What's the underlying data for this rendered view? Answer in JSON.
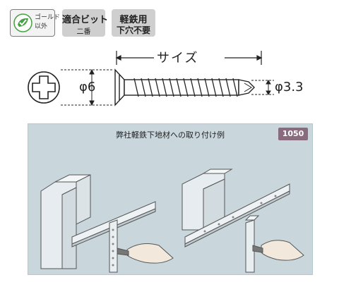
{
  "badges": {
    "eco": {
      "line1": "ゴールド",
      "line2": "以外",
      "logo": "leaf-check-icon"
    },
    "bit": {
      "line1": "適合ビット",
      "line2": "二番"
    },
    "hole": {
      "line1": "軽鉄用",
      "line2": "下穴不要"
    }
  },
  "dimensions": {
    "length_label": "サイズ",
    "head_diameter": "φ6",
    "tip_diameter": "φ3.3"
  },
  "panel": {
    "title": "弊社軽鉄下地材への取り付け例",
    "code": "1050"
  },
  "colors": {
    "panel_bg": "#c9d7dd",
    "code_badge": "#8a6a7e",
    "badge_gray": "#cfcfcf",
    "eco_green": "#4a9e47"
  }
}
